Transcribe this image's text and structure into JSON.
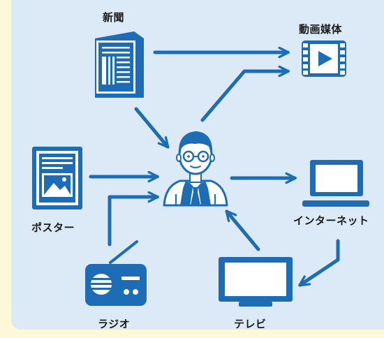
{
  "labels": {
    "newspaper": "新聞",
    "video_media": "動画媒体",
    "poster": "ポスター",
    "internet": "インターネット",
    "radio": "ラジオ",
    "tv": "テレビ"
  },
  "icons": {
    "newspaper": "newspaper-icon",
    "video_media": "video-player-icon",
    "poster": "poster-icon",
    "person": "businessman-icon",
    "internet": "laptop-icon",
    "radio": "radio-icon",
    "tv": "television-icon"
  },
  "colors": {
    "accent": "#1c6db5",
    "panel": "#dbeaf6",
    "background": "#fdf8d8"
  }
}
